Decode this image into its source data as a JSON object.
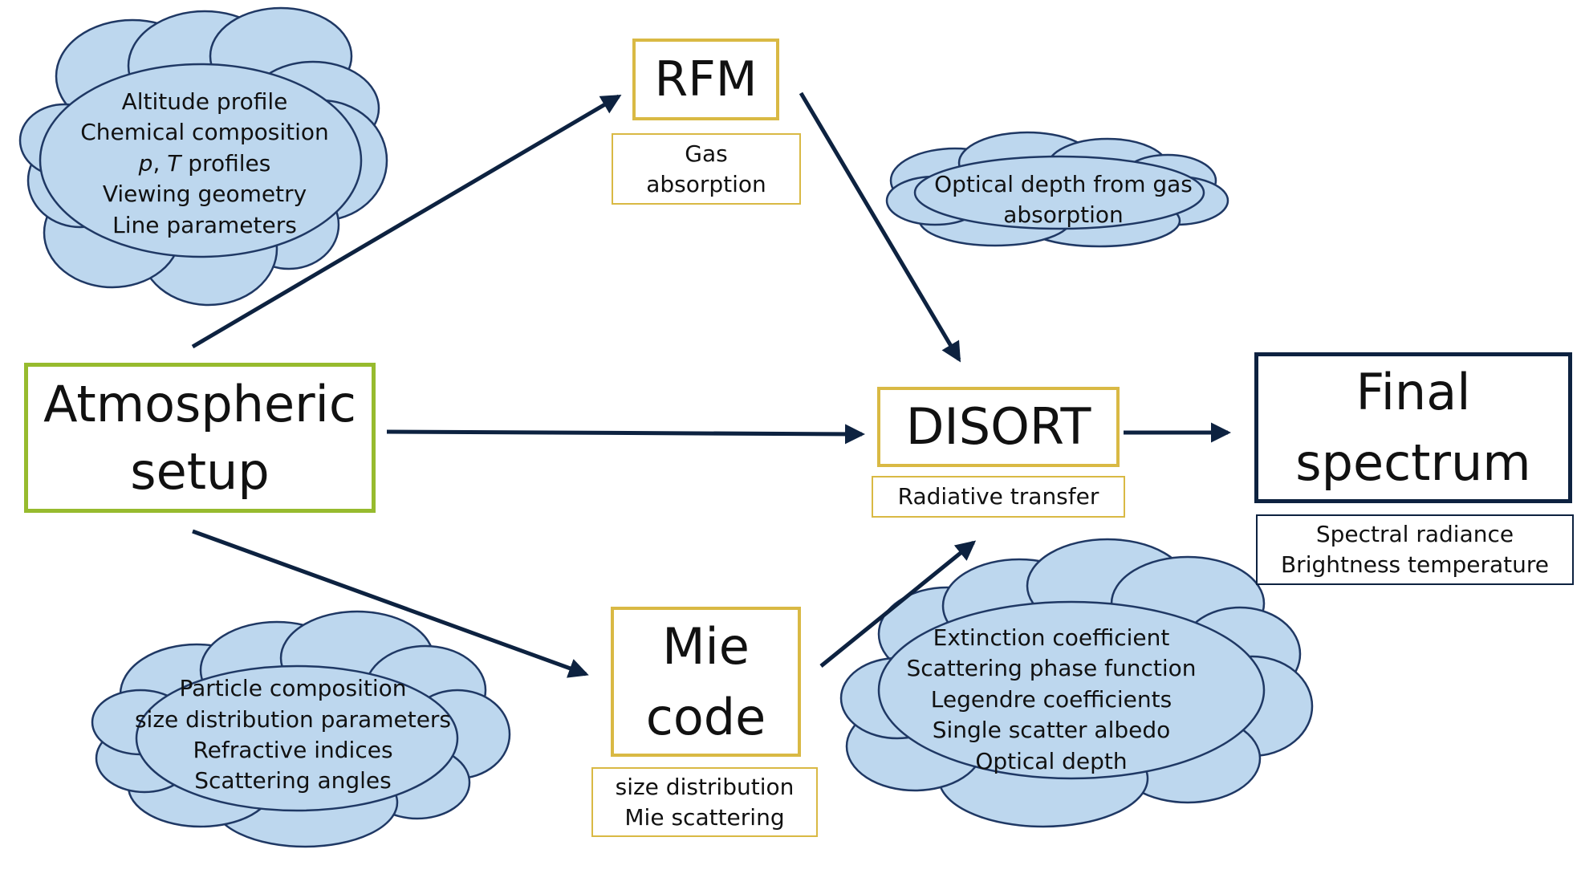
{
  "nodes": {
    "atmospheric_setup": {
      "line1": "Atmospheric",
      "line2": "setup"
    },
    "rfm": {
      "title": "RFM",
      "sub_line1": "Gas",
      "sub_line2": "absorption"
    },
    "disort": {
      "title": "DISORT",
      "sub": "Radiative transfer"
    },
    "mie": {
      "line1": "Mie",
      "line2": "code",
      "sub_line1": "size distribution",
      "sub_line2": "Mie scattering"
    },
    "final": {
      "line1": "Final",
      "line2": "spectrum",
      "sub_line1": "Spectral radiance",
      "sub_line2": "Brightness temperature"
    }
  },
  "clouds": {
    "atmos_inputs": {
      "line1": "Altitude profile",
      "line2": "Chemical composition",
      "line3_p": "p",
      "line3_sep": ", ",
      "line3_t": "T",
      "line3_rest": " profiles",
      "line4": "Viewing geometry",
      "line5": "Line parameters"
    },
    "gas_output": {
      "line1": "Optical depth from gas",
      "line2": "absorption"
    },
    "particle_inputs": {
      "line1": "Particle composition",
      "line2": "size distribution parameters",
      "line3": "Refractive indices",
      "line4": "Scattering angles"
    },
    "mie_outputs": {
      "line1": "Extinction coefficient",
      "line2": "Scattering phase function",
      "line3": "Legendre coefficients",
      "line4": "Single scatter albedo",
      "line5": "Optical depth"
    }
  },
  "colors": {
    "cloud_fill": "#bdd7ee",
    "cloud_stroke": "#1f3864",
    "arrow": "#0d2240",
    "gold": "#d9b944",
    "green": "#97bb2e",
    "navy": "#0d2240"
  }
}
